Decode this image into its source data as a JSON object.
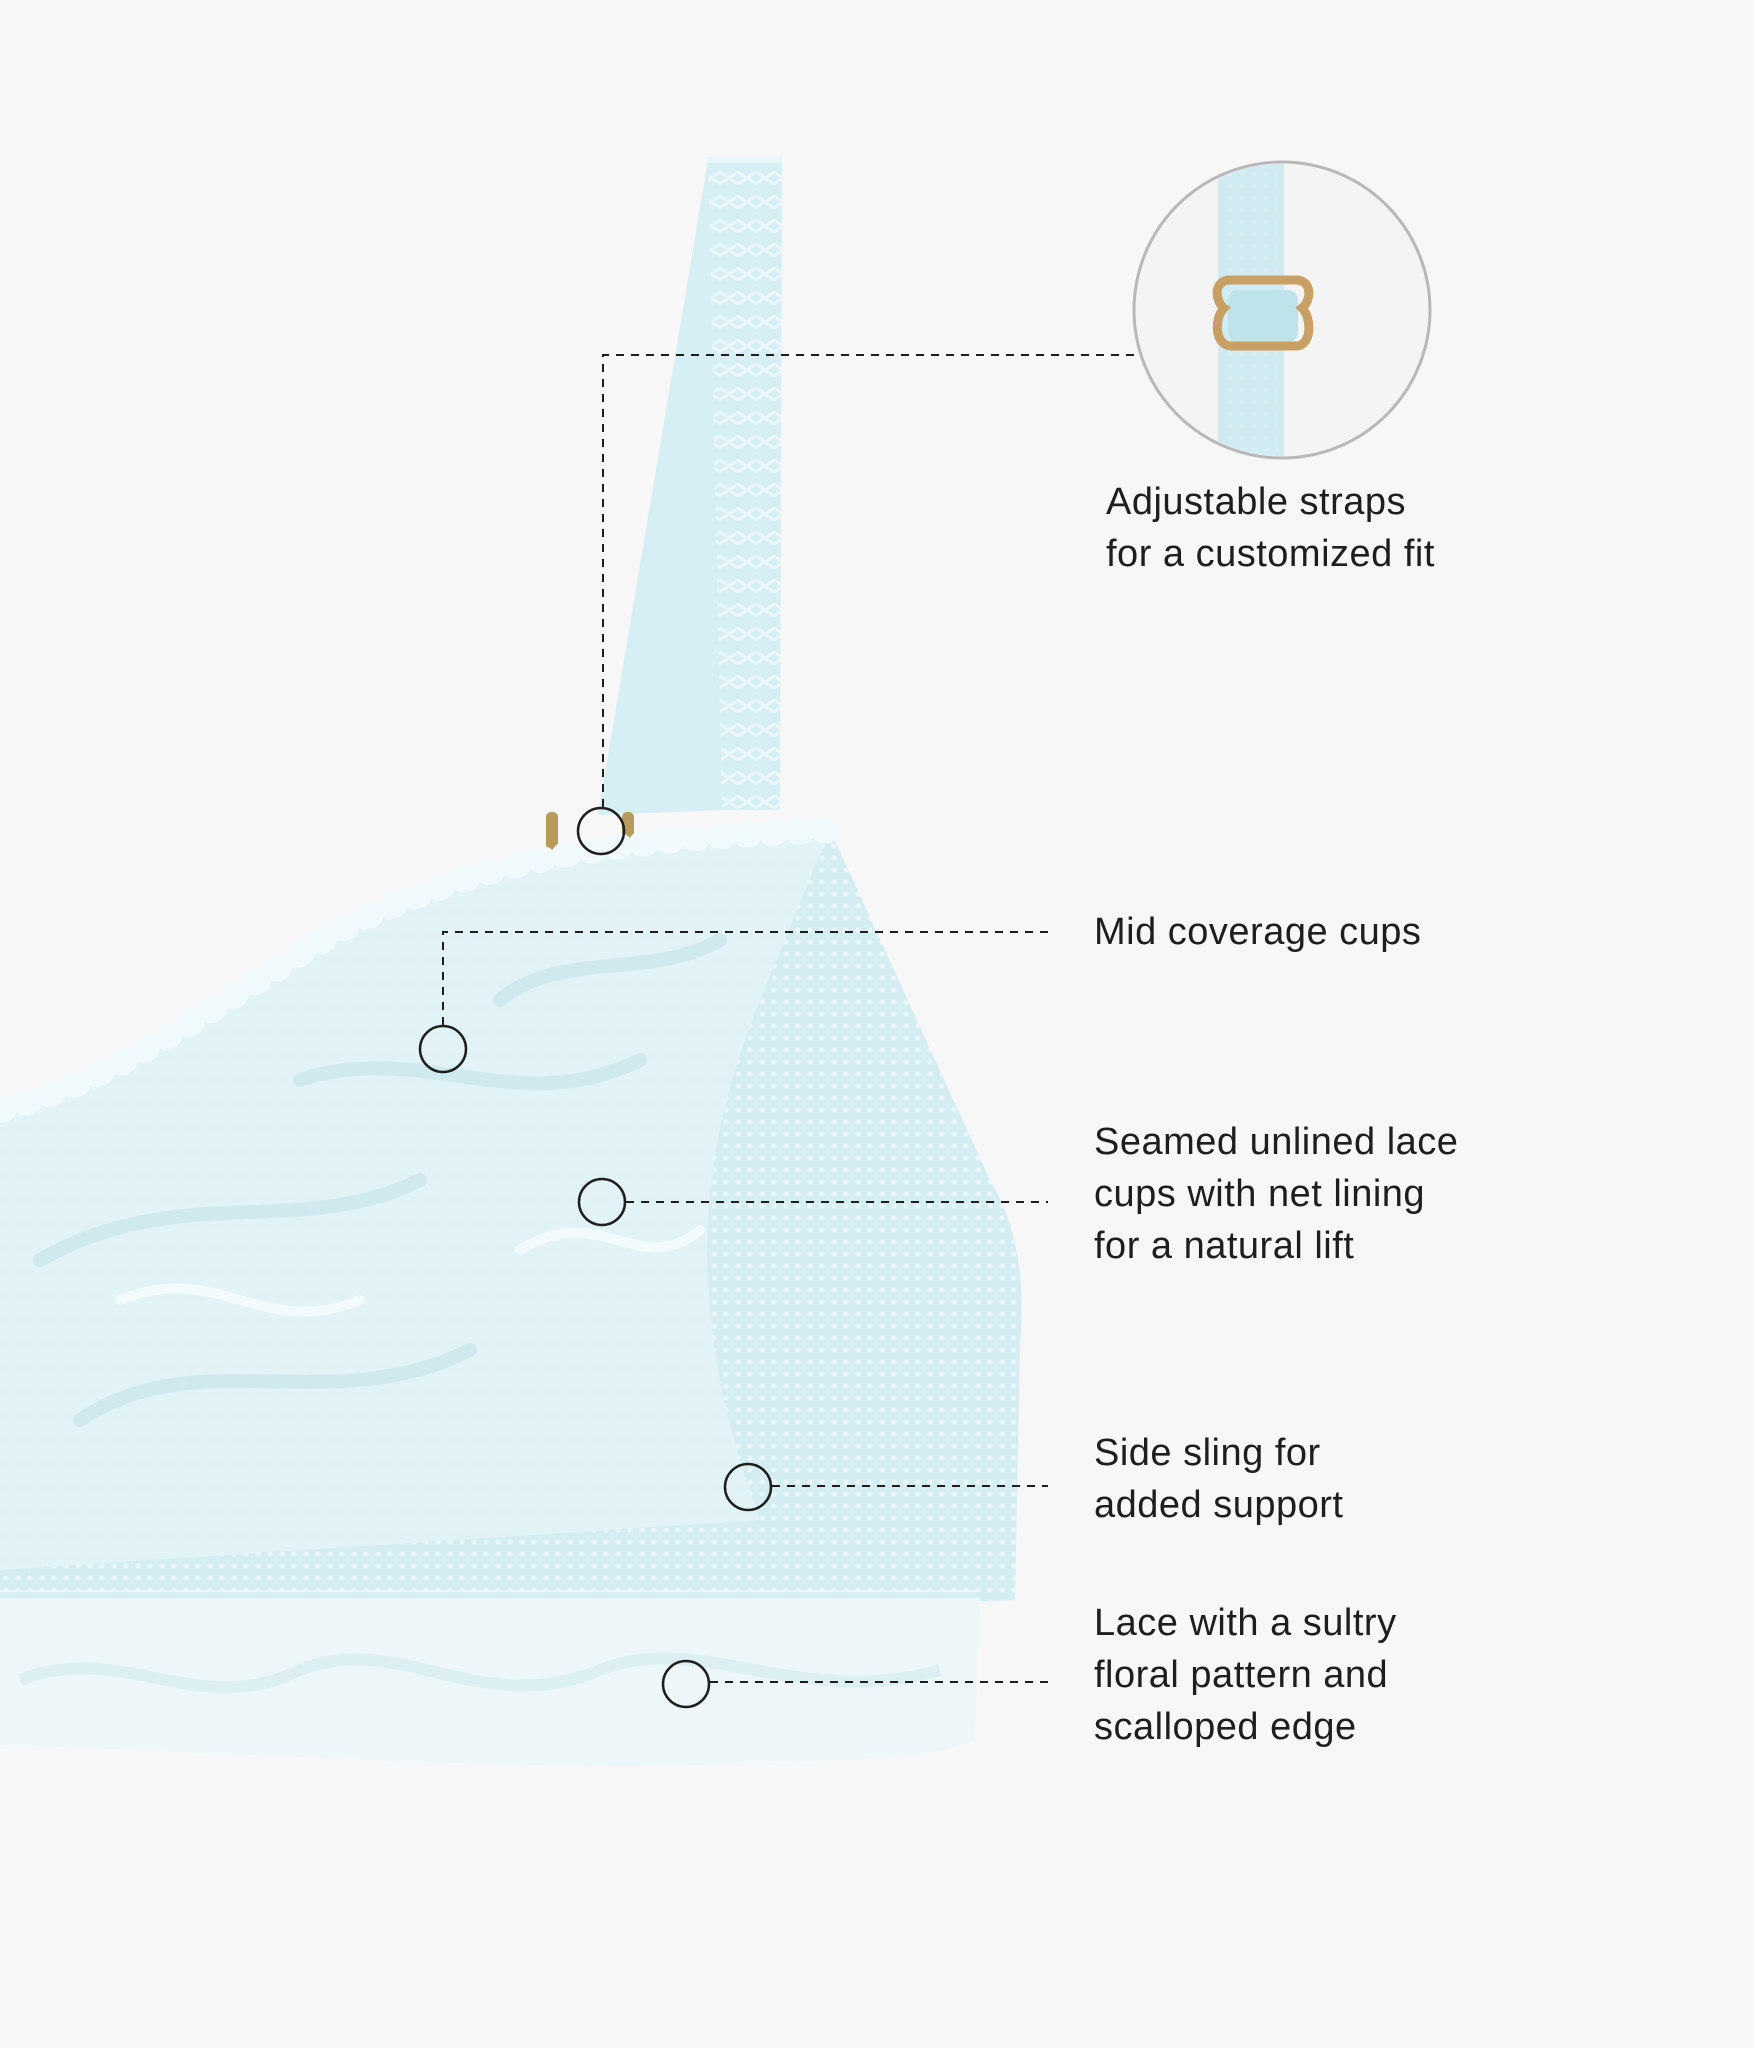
{
  "colors": {
    "background": "#f7f7f7",
    "fabric": "#d4eef3",
    "fabric_light": "#e3f4f7",
    "lace": "#eef8fa",
    "marker": "#1e1e1e",
    "hardware": "#c8a064",
    "text": "#1e1e1e"
  },
  "callouts": [
    {
      "id": "straps",
      "lines": [
        "Adjustable straps",
        "for a customized fit"
      ]
    },
    {
      "id": "coverage",
      "lines": [
        "Mid coverage cups"
      ]
    },
    {
      "id": "seamed",
      "lines": [
        "Seamed unlined lace",
        "cups with net lining",
        "for a natural lift"
      ]
    },
    {
      "id": "sling",
      "lines": [
        "Side sling for",
        "added support"
      ]
    },
    {
      "id": "lace",
      "lines": [
        "Lace with a sultry",
        "floral pattern and",
        "scalloped edge"
      ]
    }
  ]
}
